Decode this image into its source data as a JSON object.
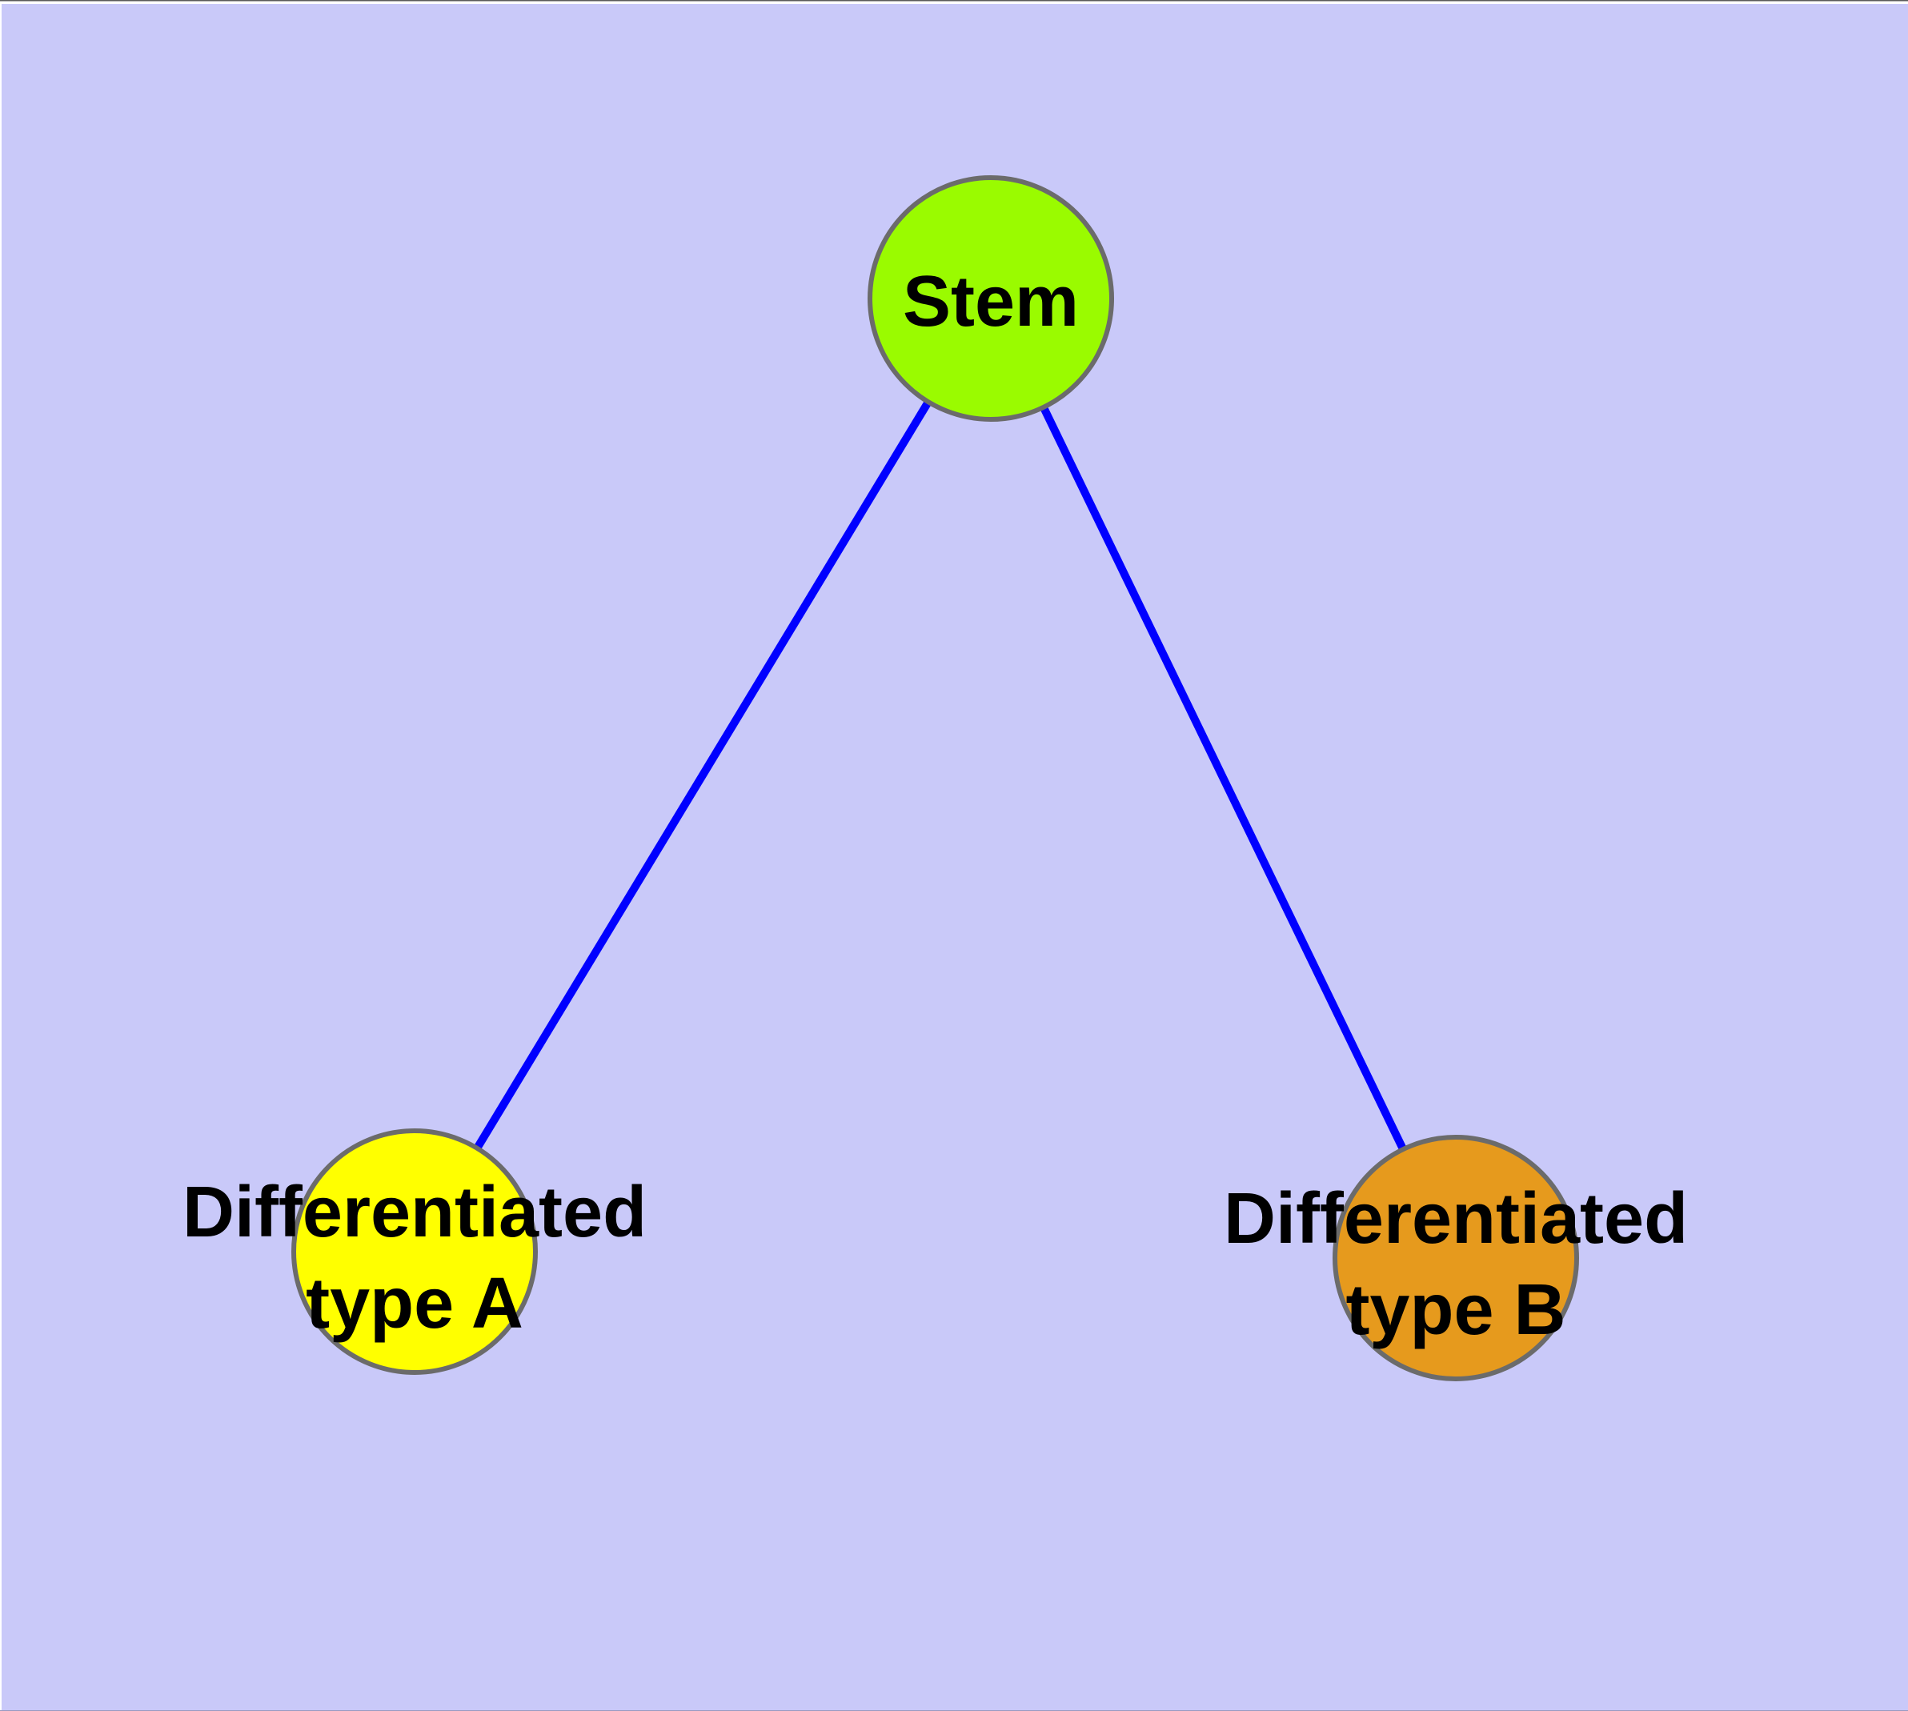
{
  "diagram": {
    "type": "graph",
    "background_color": "#C9C9F9",
    "margin_color": "#FFFFFF",
    "top_rule_color": "#5A5A5A",
    "bottom_rule_color": "#9A9AC0",
    "edge_color": "#0000FF",
    "node_border_color": "#6B6B6B",
    "text_color": "#000000",
    "nodes": [
      {
        "id": "stem",
        "label": "Stem",
        "color": "#9AFB00"
      },
      {
        "id": "differentiated-type-a",
        "label_line1": "Differentiated",
        "label_line2": "type A",
        "color": "#FFFF00"
      },
      {
        "id": "differentiated-type-b",
        "label_line1": "Differentiated",
        "label_line2": "type B",
        "color": "#E69A1D"
      }
    ],
    "edges": [
      {
        "from": "stem",
        "to": "differentiated-type-a"
      },
      {
        "from": "stem",
        "to": "differentiated-type-b"
      }
    ]
  }
}
